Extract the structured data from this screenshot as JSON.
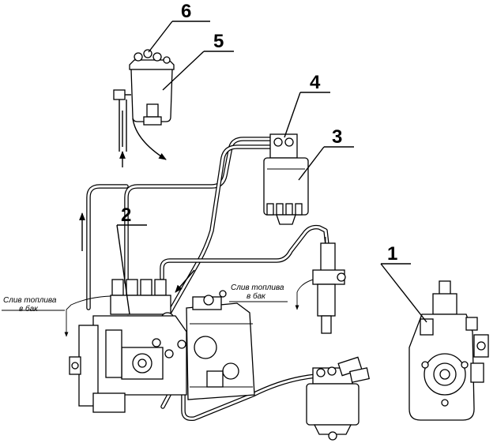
{
  "callouts": [
    {
      "id": "1",
      "label": "1"
    },
    {
      "id": "2",
      "label": "2"
    },
    {
      "id": "3",
      "label": "3"
    },
    {
      "id": "4",
      "label": "4"
    },
    {
      "id": "5",
      "label": "5"
    },
    {
      "id": "6",
      "label": "6"
    }
  ],
  "captions": {
    "drain_left_line1": "Слив топлива",
    "drain_left_line2": "в бак",
    "drain_right_line1": "Слив топлива",
    "drain_right_line2": "в бак"
  }
}
